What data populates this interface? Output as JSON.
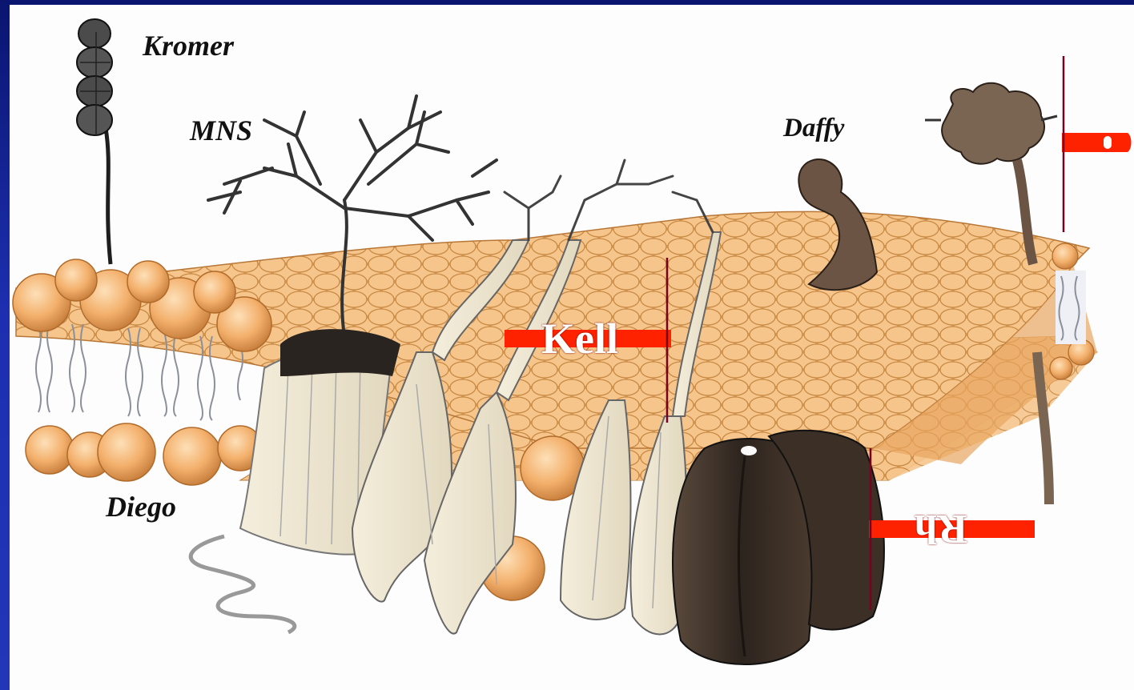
{
  "labels": {
    "kromer": "Kromer",
    "mns": "MNS",
    "daffy": "Daffy",
    "diego": "Diego",
    "kell": "Kell",
    "rh": "Rh"
  },
  "colors": {
    "background": "#1d2fb0",
    "canvas": "#fdfdfd",
    "lipid_head": "#f0b06a",
    "arrow_red": "#ff2200",
    "arrow_edge": "#7a0020",
    "protein_dark": "#3a2c24"
  }
}
